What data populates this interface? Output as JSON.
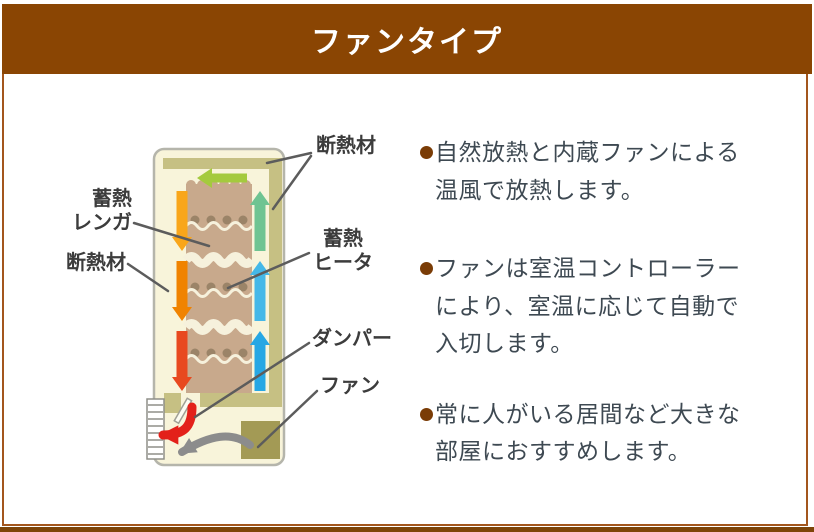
{
  "header": {
    "title": "ファンタイプ"
  },
  "diagram": {
    "labels": {
      "insulation_top": "断熱材",
      "brick": "蓄熱\nレンガ",
      "insulation_left": "断熱材",
      "heater": "蓄熱\nヒータ",
      "damper": "ダンパー",
      "fan": "ファン"
    },
    "icons": {
      "airflow_up": [
        "green-up-arrow-icon",
        "lightblue-up-arrow-icon",
        "blue-up-arrow-icon"
      ],
      "airflow_down": [
        "yellow-down-arrow-icon",
        "orange-down-arrow-icon",
        "red-down-arrow-icon"
      ],
      "air_out": "red-exit-arrow-icon",
      "fan_flow": "gray-fan-arrow-icon",
      "top_flow": "green-left-arrow-icon"
    }
  },
  "bullets": [
    {
      "text": "自然放熱と内蔵ファンによる\n温風で放熱します。"
    },
    {
      "text": "ファンは室温コントローラー\nにより、室温に応じて自動で\n入切します。"
    },
    {
      "text": "常に人がいる居間など大きな\n部屋におすすめします。"
    }
  ],
  "colors": {
    "header_brown": "#8a4503",
    "border_brown": "#a3561d",
    "bullet_brown": "#7a3c06",
    "body_text": "#3e4952",
    "shell_cream": "#f8f4da",
    "insulation_olive": "#c6c083",
    "brick_tan": "#c8a98c",
    "fan_olive": "#a39a55",
    "arrow_green": "#a4ca3e",
    "arrow_teal": "#6fc492",
    "arrow_lightblue": "#45b8e8",
    "arrow_blue": "#27a7e4",
    "arrow_yellow": "#f9a61a",
    "arrow_orange": "#f08300",
    "arrow_redorange": "#e8491f",
    "arrow_red": "#e3211a",
    "arrow_gray": "#8c8c8c"
  }
}
